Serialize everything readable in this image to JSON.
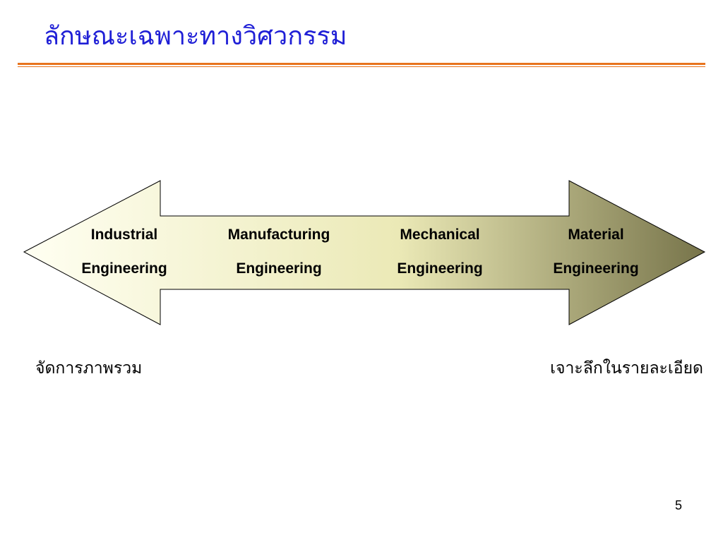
{
  "slide": {
    "title": "ลักษณะเฉพาะทางวิศวกรรม",
    "page_number": "5"
  },
  "arrow": {
    "gradient_start": "#fffff2",
    "gradient_mid": "#ebe9b6",
    "gradient_end": "#77744a",
    "outline": "#000000",
    "disciplines": [
      {
        "line1": "Industrial",
        "line2": "Engineering"
      },
      {
        "line1": "Manufacturing",
        "line2": "Engineering"
      },
      {
        "line1": "Mechanical",
        "line2": "Engineering"
      },
      {
        "line1": "Material",
        "line2": "Engineering"
      }
    ]
  },
  "captions": {
    "left": "จัดการภาพรวม",
    "right": "เจาะลึกในรายละเอียด"
  },
  "colors": {
    "title": "#1f1fd6",
    "rule": "#e8741e"
  }
}
